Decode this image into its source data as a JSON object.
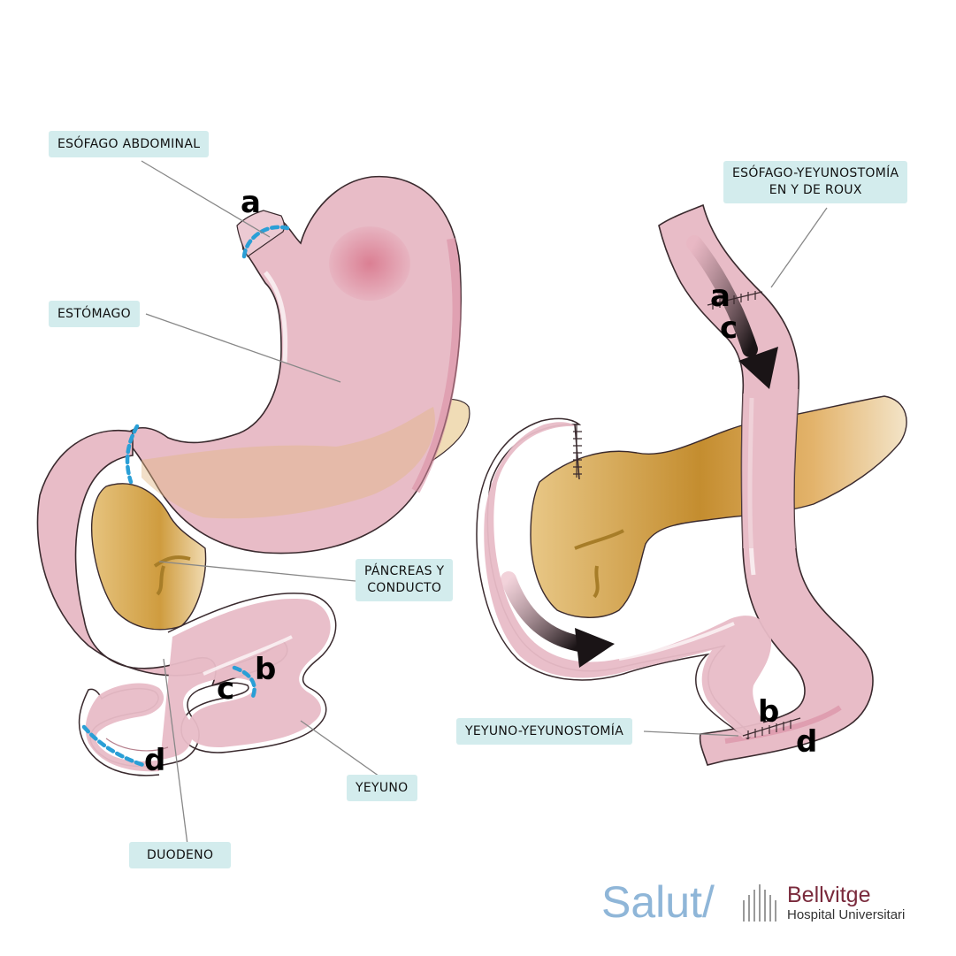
{
  "labels": {
    "esofago_abdominal": "ESÓFAGO ABDOMINAL",
    "estomago": "ESTÓMAGO",
    "pancreas_line1": "PÁNCREAS Y",
    "pancreas_line2": "CONDUCTO",
    "yeyuno": "YEYUNO",
    "duodeno": "DUODENO",
    "esofago_yeyunostomia_line1": "ESÓFAGO-YEYUNOSTOMÍA",
    "esofago_yeyunostomia_line2": "EN Y DE ROUX",
    "yeyuno_yeyunostomia": "YEYUNO-YEYUNOSTOMÍA"
  },
  "markers": {
    "left": {
      "a": "a",
      "b": "b",
      "c": "c",
      "d": "d"
    },
    "right": {
      "a": "a",
      "b": "b",
      "c": "c",
      "d": "d"
    }
  },
  "branding": {
    "salut": "Salut/",
    "hospital_name": "Bellvitge",
    "hospital_sub": "Hospital Universitari"
  },
  "colors": {
    "organ_pink": "#e8b9c4",
    "organ_outline": "#3a2a2e",
    "pancreas": "#e0b46a",
    "cut_line": "#2a9fd6",
    "label_bg": "#d3eced",
    "brand_blue": "#8fb6d8",
    "brand_maroon": "#7a2a3c"
  }
}
